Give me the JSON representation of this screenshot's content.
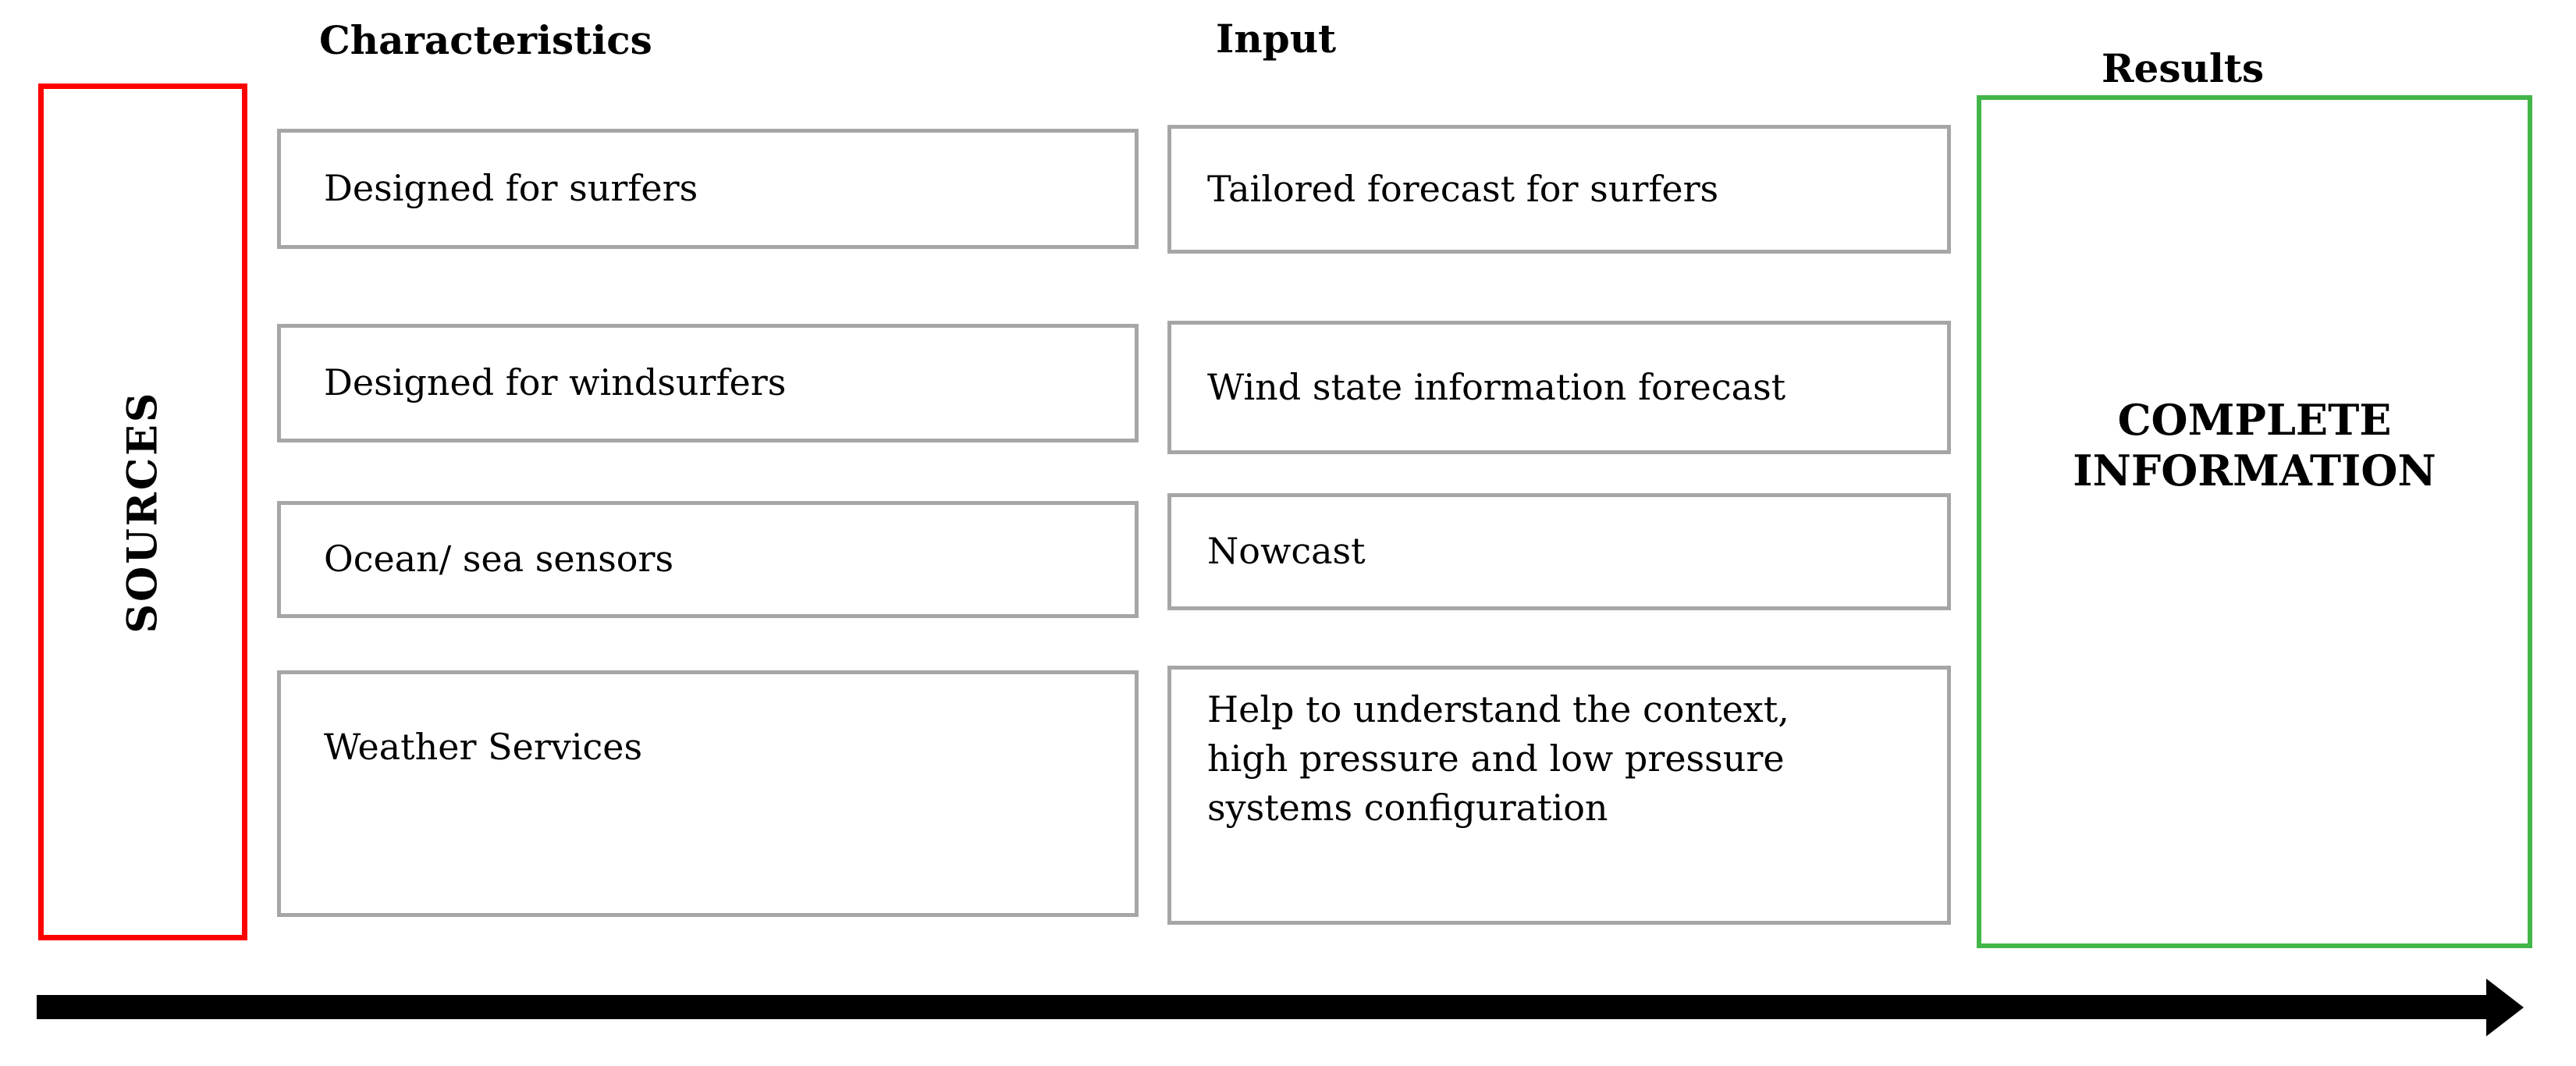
{
  "figure": {
    "sources": {
      "label": "SOURCES"
    },
    "columns": [
      {
        "header": "Characteristics",
        "items": [
          "Designed for surfers",
          "Designed for windsurfers",
          "Ocean/ sea sensors",
          "Weather Services"
        ]
      },
      {
        "header": "Input",
        "items": [
          "Tailored forecast for surfers",
          "Wind state information forecast",
          "Nowcast",
          "Help to understand the context, high pressure and low pressure systems configuration"
        ]
      }
    ],
    "results": {
      "header": "Results",
      "label": "COMPLETE INFORMATION"
    },
    "colors": {
      "sources_border": "#ff0000",
      "results_border": "#43b649",
      "item_border": "#a6a6a6",
      "arrow": "#000000"
    }
  }
}
